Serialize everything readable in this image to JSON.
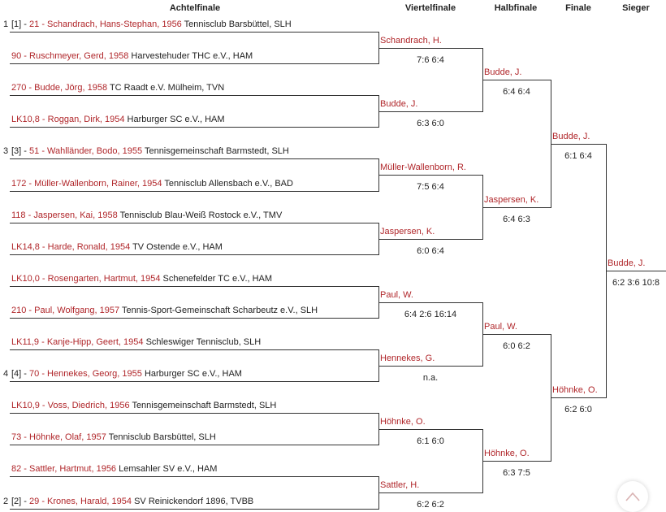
{
  "headers": {
    "r16": "Achtelfinale",
    "qf": "Viertelfinale",
    "sf": "Halbfinale",
    "f": "Finale",
    "w": "Sieger"
  },
  "r16": [
    {
      "pos": "1",
      "seed": "[1]",
      "rank": "21",
      "name": "Schandrach, Hans-Stephan",
      "year": "1956",
      "club": "Tennisclub Barsbüttel, SLH"
    },
    {
      "pos": "",
      "seed": "",
      "rank": "90",
      "name": "Ruschmeyer, Gerd",
      "year": "1958",
      "club": "Harvestehuder THC e.V., HAM"
    },
    {
      "pos": "",
      "seed": "",
      "rank": "270",
      "name": "Budde, Jörg",
      "year": "1958",
      "club": "TC Raadt e.V. Mülheim, TVN"
    },
    {
      "pos": "",
      "seed": "",
      "rank": "LK10,8",
      "name": "Roggan, Dirk",
      "year": "1954",
      "club": "Harburger SC e.V., HAM"
    },
    {
      "pos": "3",
      "seed": "[3]",
      "rank": "51",
      "name": "Wahlländer, Bodo",
      "year": "1955",
      "club": "Tennisgemeinschaft Barmstedt, SLH"
    },
    {
      "pos": "",
      "seed": "",
      "rank": "172",
      "name": "Müller-Wallenborn, Rainer",
      "year": "1954",
      "club": "Tennisclub Allensbach e.V., BAD"
    },
    {
      "pos": "",
      "seed": "",
      "rank": "118",
      "name": "Jaspersen, Kai",
      "year": "1958",
      "club": "Tennisclub Blau-Weiß Rostock e.V., TMV"
    },
    {
      "pos": "",
      "seed": "",
      "rank": "LK14,8",
      "name": "Harde, Ronald",
      "year": "1954",
      "club": "TV Ostende e.V., HAM"
    },
    {
      "pos": "",
      "seed": "",
      "rank": "LK10,0",
      "name": "Rosengarten, Hartmut",
      "year": "1954",
      "club": "Schenefelder TC e.V., HAM"
    },
    {
      "pos": "",
      "seed": "",
      "rank": "210",
      "name": "Paul, Wolfgang",
      "year": "1957",
      "club": "Tennis-Sport-Gemeinschaft Scharbeutz e.V., SLH"
    },
    {
      "pos": "",
      "seed": "",
      "rank": "LK11,9",
      "name": "Kanje-Hipp, Geert",
      "year": "1954",
      "club": "Schleswiger Tennisclub, SLH"
    },
    {
      "pos": "4",
      "seed": "[4]",
      "rank": "70",
      "name": "Hennekes, Georg",
      "year": "1955",
      "club": "Harburger SC e.V., HAM"
    },
    {
      "pos": "",
      "seed": "",
      "rank": "LK10,9",
      "name": "Voss, Diedrich",
      "year": "1956",
      "club": "Tennisgemeinschaft Barmstedt, SLH"
    },
    {
      "pos": "",
      "seed": "",
      "rank": "73",
      "name": "Höhnke, Olaf",
      "year": "1957",
      "club": "Tennisclub Barsbüttel, SLH"
    },
    {
      "pos": "",
      "seed": "",
      "rank": "82",
      "name": "Sattler, Hartmut",
      "year": "1956",
      "club": "Lemsahler SV e.V., HAM"
    },
    {
      "pos": "2",
      "seed": "[2]",
      "rank": "29",
      "name": "Krones, Harald",
      "year": "1954",
      "club": "SV Reinickendorf 1896, TVBB"
    }
  ],
  "qf": [
    {
      "name": "Schandrach, H.",
      "score": "7:6 6:4"
    },
    {
      "name": "Budde, J.",
      "score": "6:3 6:0"
    },
    {
      "name": "Müller-Wallenborn, R.",
      "score": "7:5 6:4"
    },
    {
      "name": "Jaspersen, K.",
      "score": "6:0 6:4"
    },
    {
      "name": "Paul, W.",
      "score": "6:4 2:6 16:14"
    },
    {
      "name": "Hennekes, G.",
      "score": "n.a."
    },
    {
      "name": "Höhnke, O.",
      "score": "6:1 6:0"
    },
    {
      "name": "Sattler, H.",
      "score": "6:2 6:2"
    }
  ],
  "sf": [
    {
      "name": "Budde, J.",
      "score": "6:4 6:4"
    },
    {
      "name": "Jaspersen, K.",
      "score": "6:4 6:3"
    },
    {
      "name": "Paul, W.",
      "score": "6:0 6:2"
    },
    {
      "name": "Höhnke, O.",
      "score": "6:3 7:5"
    }
  ],
  "f": [
    {
      "name": "Budde, J.",
      "score": "6:1 6:4"
    },
    {
      "name": "Höhnke, O.",
      "score": "6:2 6:0"
    }
  ],
  "w": [
    {
      "name": "Budde, J.",
      "score": "6:2 3:6 10:8"
    }
  ],
  "ui": {
    "scroll_top_icon": "chevron-up-icon",
    "accent": "#b0262a",
    "line": "#333333"
  }
}
